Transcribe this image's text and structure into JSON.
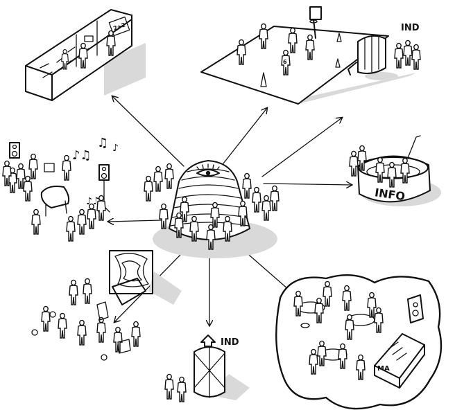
{
  "labels": {
    "ind_top": "IND",
    "ind_bottom": "IND",
    "info_ring": "INFO",
    "mao_desk": "MA",
    "whiteboard": "2+2",
    "jersey_number": "6"
  },
  "colors": {
    "ink": "#111111",
    "shadow": "#d9d9d9",
    "paper": "#ffffff"
  },
  "icons": [
    "eye-icon",
    "music-notes-icon",
    "speaker-icon",
    "basketball-hoop-icon",
    "traffic-cone-icon",
    "up-arrow-icon"
  ]
}
